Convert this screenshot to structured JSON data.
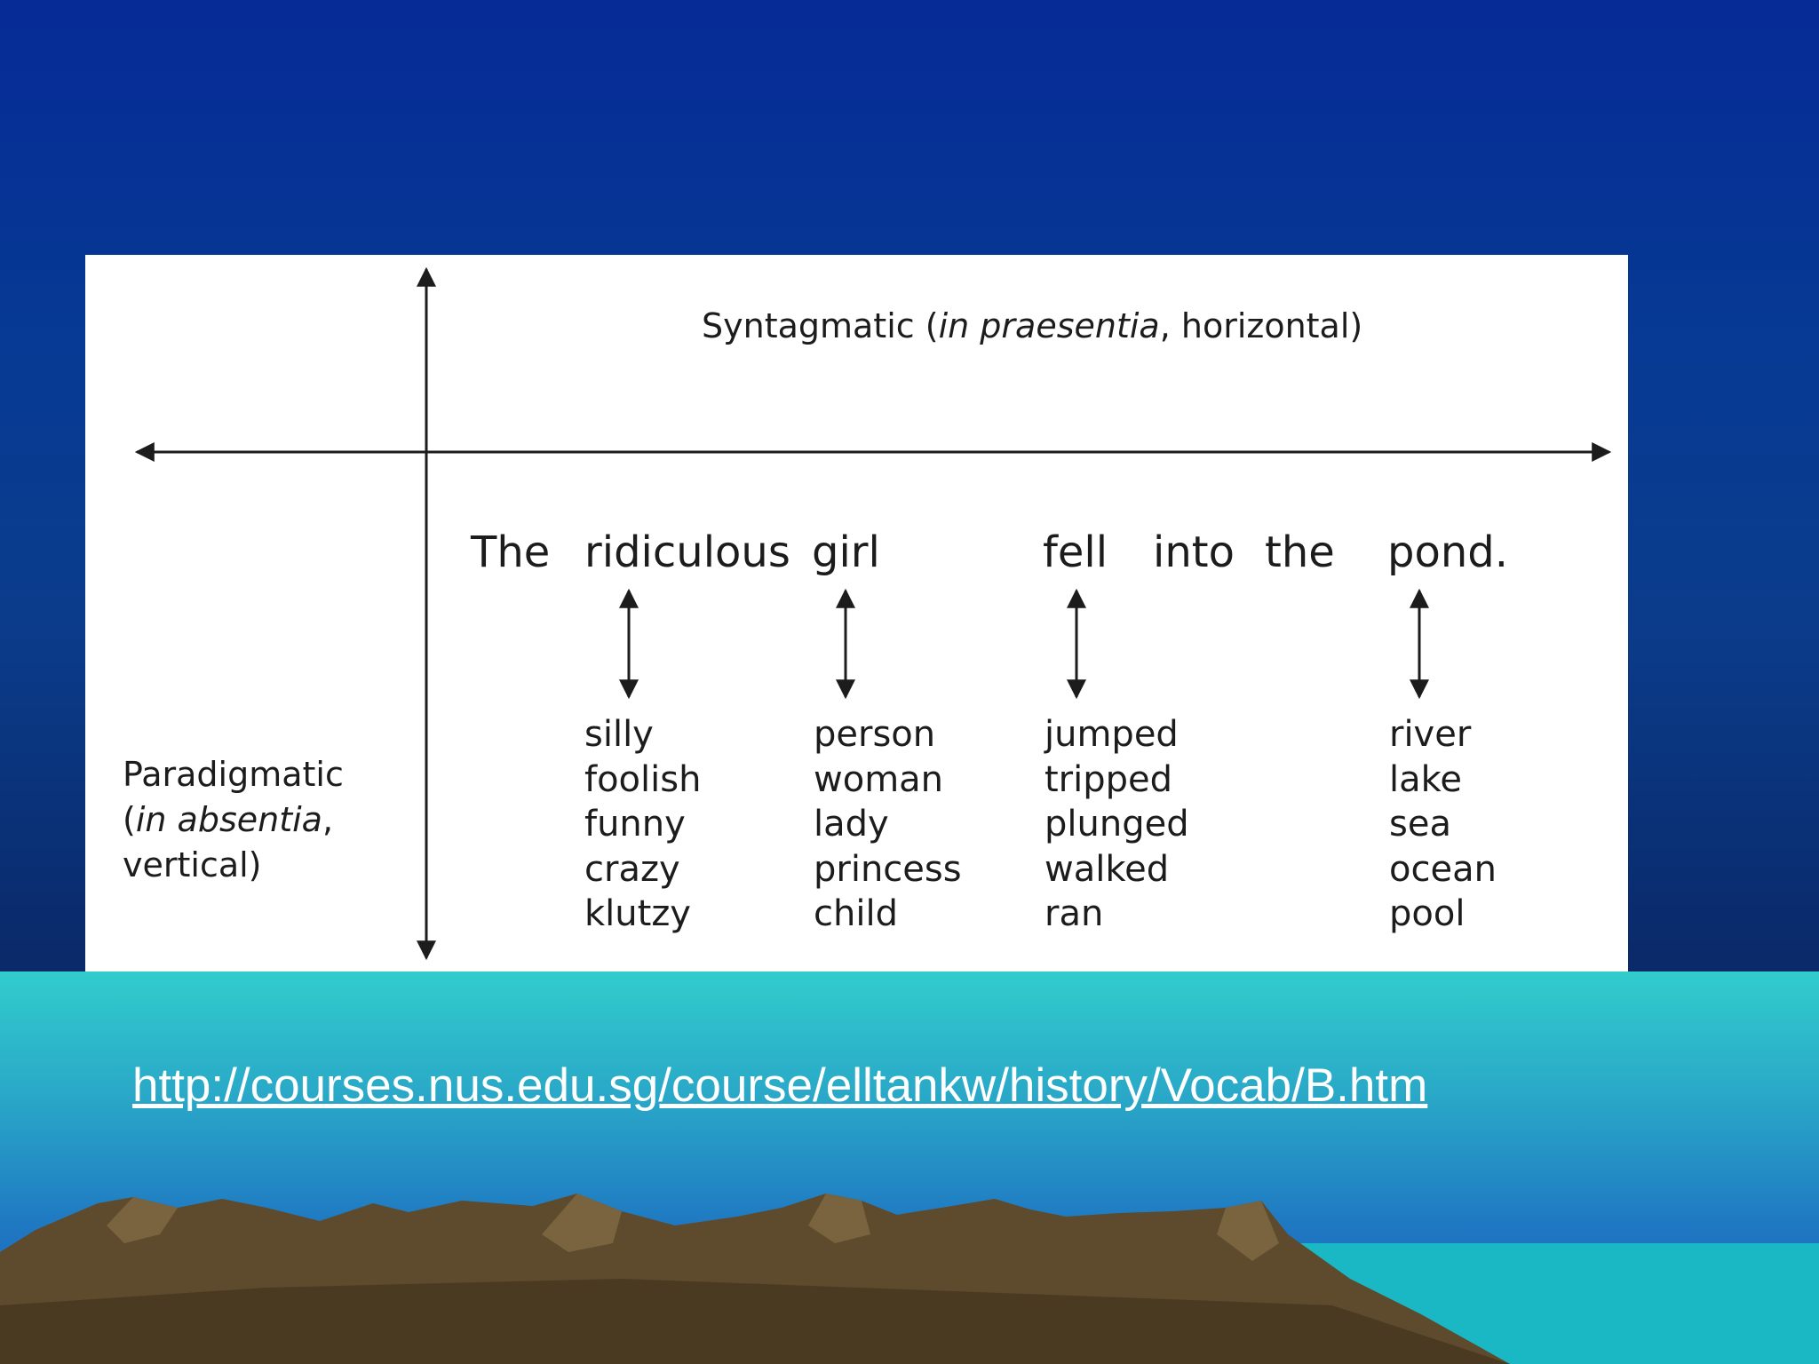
{
  "slide": {
    "colors": {
      "background_top": "#062a96",
      "background_bottom": "#051a4a",
      "band_top": "#31cccc",
      "band_bottom": "#1a5fc0",
      "link": "#ffffff",
      "hills": "#5e4a2c"
    }
  },
  "figure": {
    "syntagmatic": {
      "label": "Syntagmatic (",
      "italic": "in praesentia",
      "rest": ", horizontal)"
    },
    "paradigmatic": {
      "line1": "Paradigmatic",
      "paren": "(",
      "italic": "in absentia",
      "comma": ",",
      "line3": "vertical)"
    },
    "sentence": [
      "The",
      "ridiculous",
      "girl",
      "fell",
      "into",
      "the",
      "pond."
    ],
    "alternatives": {
      "ridiculous": [
        "silly",
        "foolish",
        "funny",
        "crazy",
        "klutzy"
      ],
      "girl": [
        "person",
        "woman",
        "lady",
        "princess",
        "child"
      ],
      "fell": [
        "jumped",
        "tripped",
        "plunged",
        "walked",
        "ran"
      ],
      "pond": [
        "river",
        "lake",
        "sea",
        "ocean",
        "pool"
      ]
    }
  },
  "source_link": "http://courses.nus.edu.sg/course/elltankw/history/Vocab/B.htm"
}
